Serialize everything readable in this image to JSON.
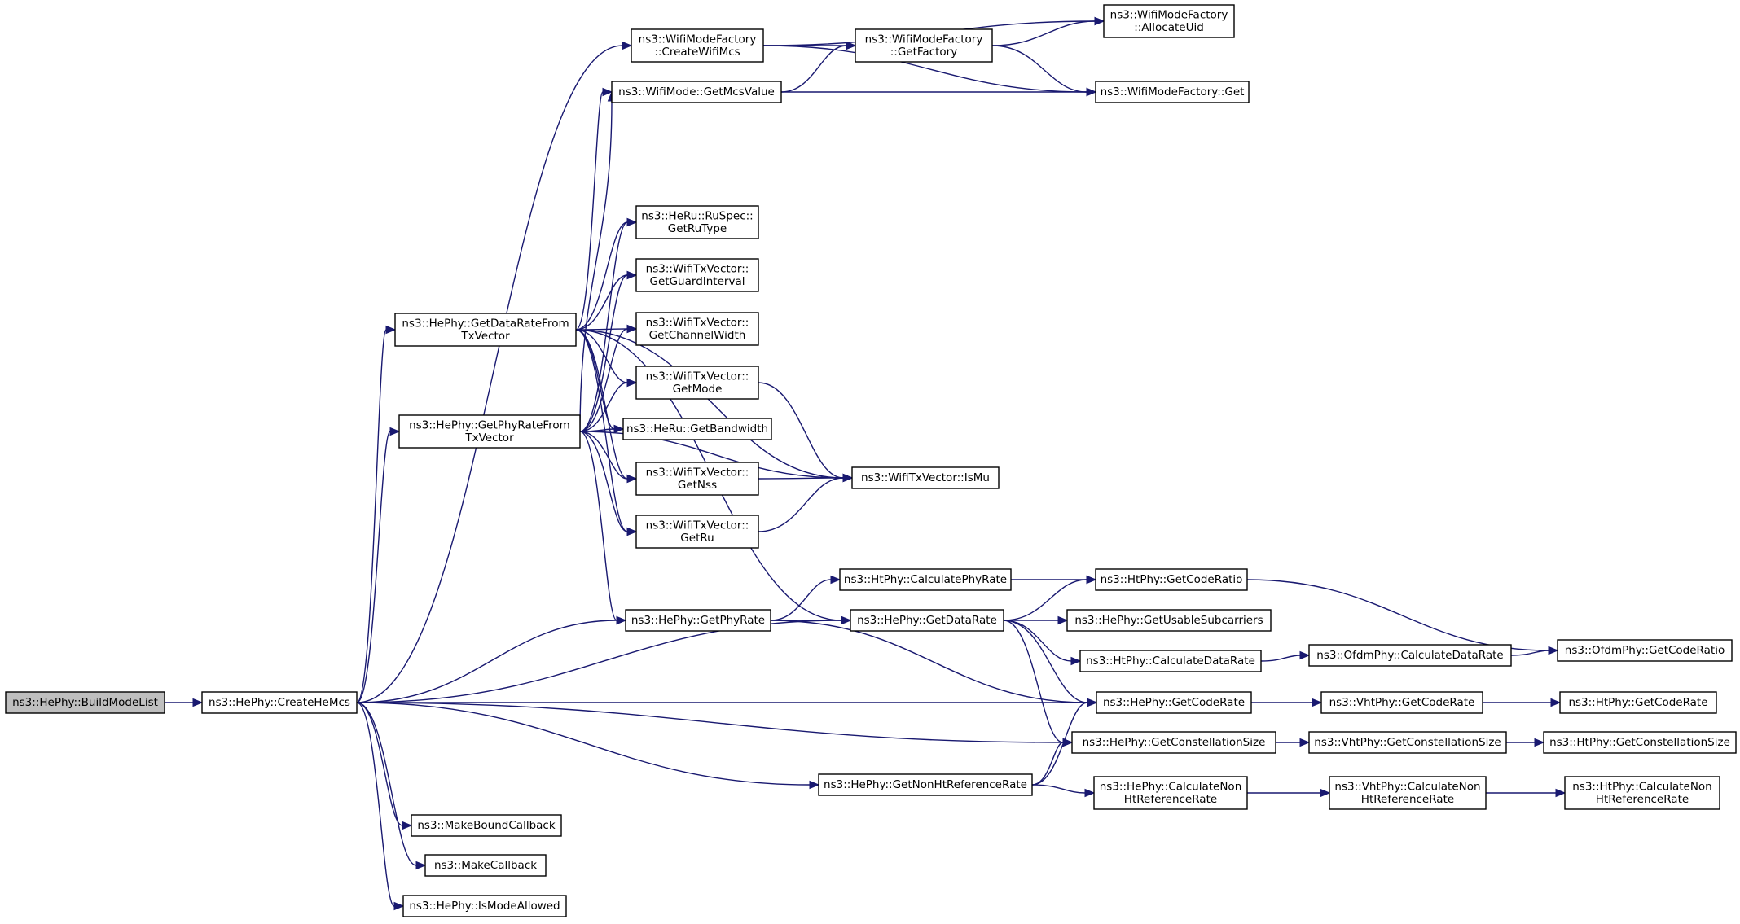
{
  "colors": {
    "edge": "#191970",
    "node_border": "#000000",
    "root_fill": "#bfbfbf",
    "node_fill": "#ffffff"
  },
  "nodes": {
    "build_mode_list": [
      "ns3::HePhy::BuildModeList"
    ],
    "create_he_mcs": [
      "ns3::HePhy::CreateHeMcs"
    ],
    "create_wifi_mcs": [
      "ns3::WifiModeFactory",
      "::CreateWifiMcs"
    ],
    "get_factory": [
      "ns3::WifiModeFactory",
      "::GetFactory"
    ],
    "allocate_uid": [
      "ns3::WifiModeFactory",
      "::AllocateUid"
    ],
    "factory_get": [
      "ns3::WifiModeFactory::Get"
    ],
    "get_mcs_value": [
      "ns3::WifiMode::GetMcsValue"
    ],
    "get_ru_type": [
      "ns3::HeRu::RuSpec::",
      "GetRuType"
    ],
    "get_guard_interval": [
      "ns3::WifiTxVector::",
      "GetGuardInterval"
    ],
    "get_channel_width": [
      "ns3::WifiTxVector::",
      "GetChannelWidth"
    ],
    "get_mode": [
      "ns3::WifiTxVector::",
      "GetMode"
    ],
    "get_bandwidth": [
      "ns3::HeRu::GetBandwidth"
    ],
    "get_nss": [
      "ns3::WifiTxVector::",
      "GetNss"
    ],
    "get_ru": [
      "ns3::WifiTxVector::",
      "GetRu"
    ],
    "is_mu": [
      "ns3::WifiTxVector::IsMu"
    ],
    "get_data_rate_from_tx": [
      "ns3::HePhy::GetDataRateFrom",
      "TxVector"
    ],
    "get_phy_rate_from_tx": [
      "ns3::HePhy::GetPhyRateFrom",
      "TxVector"
    ],
    "ht_calculate_phy_rate": [
      "ns3::HtPhy::CalculatePhyRate"
    ],
    "ht_get_code_ratio": [
      "ns3::HtPhy::GetCodeRatio"
    ],
    "he_get_phy_rate": [
      "ns3::HePhy::GetPhyRate"
    ],
    "he_get_data_rate": [
      "ns3::HePhy::GetDataRate"
    ],
    "he_get_usable_subcarriers": [
      "ns3::HePhy::GetUsableSubcarriers"
    ],
    "ht_calculate_data_rate": [
      "ns3::HtPhy::CalculateDataRate"
    ],
    "ofdm_calculate_data_rate": [
      "ns3::OfdmPhy::CalculateDataRate"
    ],
    "ofdm_get_code_ratio": [
      "ns3::OfdmPhy::GetCodeRatio"
    ],
    "he_get_code_rate": [
      "ns3::HePhy::GetCodeRate"
    ],
    "vht_get_code_rate": [
      "ns3::VhtPhy::GetCodeRate"
    ],
    "ht_get_code_rate": [
      "ns3::HtPhy::GetCodeRate"
    ],
    "he_get_constellation_size": [
      "ns3::HePhy::GetConstellationSize"
    ],
    "vht_get_constellation_size": [
      "ns3::VhtPhy::GetConstellationSize"
    ],
    "ht_get_constellation_size": [
      "ns3::HtPhy::GetConstellationSize"
    ],
    "he_get_non_ht_reference_rate": [
      "ns3::HePhy::GetNonHtReferenceRate"
    ],
    "he_calculate_non_ht_reference_rate": [
      "ns3::HePhy::CalculateNon",
      "HtReferenceRate"
    ],
    "vht_calculate_non_ht_reference_rate": [
      "ns3::VhtPhy::CalculateNon",
      "HtReferenceRate"
    ],
    "ht_calculate_non_ht_reference_rate": [
      "ns3::HtPhy::CalculateNon",
      "HtReferenceRate"
    ],
    "make_bound_callback": [
      "ns3::MakeBoundCallback"
    ],
    "make_callback": [
      "ns3::MakeCallback"
    ],
    "is_mode_allowed": [
      "ns3::HePhy::IsModeAllowed"
    ]
  },
  "edges": [
    [
      "build_mode_list",
      "create_he_mcs"
    ],
    [
      "create_he_mcs",
      "create_wifi_mcs"
    ],
    [
      "create_he_mcs",
      "get_data_rate_from_tx"
    ],
    [
      "create_he_mcs",
      "get_phy_rate_from_tx"
    ],
    [
      "create_he_mcs",
      "he_get_phy_rate"
    ],
    [
      "create_he_mcs",
      "he_get_data_rate"
    ],
    [
      "create_he_mcs",
      "he_get_code_rate"
    ],
    [
      "create_he_mcs",
      "he_get_constellation_size"
    ],
    [
      "create_he_mcs",
      "he_get_non_ht_reference_rate"
    ],
    [
      "create_he_mcs",
      "make_bound_callback"
    ],
    [
      "create_he_mcs",
      "make_callback"
    ],
    [
      "create_he_mcs",
      "is_mode_allowed"
    ],
    [
      "create_wifi_mcs",
      "get_factory"
    ],
    [
      "create_wifi_mcs",
      "allocate_uid"
    ],
    [
      "create_wifi_mcs",
      "factory_get"
    ],
    [
      "get_factory",
      "allocate_uid"
    ],
    [
      "get_factory",
      "factory_get"
    ],
    [
      "get_mcs_value",
      "get_factory"
    ],
    [
      "get_mcs_value",
      "factory_get"
    ],
    [
      "get_data_rate_from_tx",
      "get_mcs_value"
    ],
    [
      "get_data_rate_from_tx",
      "get_ru_type"
    ],
    [
      "get_data_rate_from_tx",
      "get_guard_interval"
    ],
    [
      "get_data_rate_from_tx",
      "get_channel_width"
    ],
    [
      "get_data_rate_from_tx",
      "get_mode"
    ],
    [
      "get_data_rate_from_tx",
      "get_bandwidth"
    ],
    [
      "get_data_rate_from_tx",
      "get_nss"
    ],
    [
      "get_data_rate_from_tx",
      "get_ru"
    ],
    [
      "get_data_rate_from_tx",
      "is_mu"
    ],
    [
      "get_data_rate_from_tx",
      "he_get_data_rate"
    ],
    [
      "get_phy_rate_from_tx",
      "get_mcs_value"
    ],
    [
      "get_phy_rate_from_tx",
      "get_ru_type"
    ],
    [
      "get_phy_rate_from_tx",
      "get_guard_interval"
    ],
    [
      "get_phy_rate_from_tx",
      "get_channel_width"
    ],
    [
      "get_phy_rate_from_tx",
      "get_mode"
    ],
    [
      "get_phy_rate_from_tx",
      "get_bandwidth"
    ],
    [
      "get_phy_rate_from_tx",
      "get_nss"
    ],
    [
      "get_phy_rate_from_tx",
      "get_ru"
    ],
    [
      "get_phy_rate_from_tx",
      "is_mu"
    ],
    [
      "get_phy_rate_from_tx",
      "he_get_phy_rate"
    ],
    [
      "get_mode",
      "is_mu"
    ],
    [
      "get_nss",
      "is_mu"
    ],
    [
      "get_ru",
      "is_mu"
    ],
    [
      "he_get_phy_rate",
      "ht_calculate_phy_rate"
    ],
    [
      "he_get_phy_rate",
      "he_get_data_rate"
    ],
    [
      "he_get_phy_rate",
      "he_get_code_rate"
    ],
    [
      "ht_calculate_phy_rate",
      "ht_get_code_ratio"
    ],
    [
      "ht_get_code_ratio",
      "ofdm_get_code_ratio"
    ],
    [
      "he_get_data_rate",
      "ht_get_code_ratio"
    ],
    [
      "he_get_data_rate",
      "he_get_usable_subcarriers"
    ],
    [
      "he_get_data_rate",
      "ht_calculate_data_rate"
    ],
    [
      "he_get_data_rate",
      "he_get_code_rate"
    ],
    [
      "he_get_data_rate",
      "he_get_constellation_size"
    ],
    [
      "ht_calculate_data_rate",
      "ofdm_calculate_data_rate"
    ],
    [
      "ofdm_calculate_data_rate",
      "ofdm_get_code_ratio"
    ],
    [
      "he_get_code_rate",
      "vht_get_code_rate"
    ],
    [
      "vht_get_code_rate",
      "ht_get_code_rate"
    ],
    [
      "he_get_constellation_size",
      "vht_get_constellation_size"
    ],
    [
      "vht_get_constellation_size",
      "ht_get_constellation_size"
    ],
    [
      "he_get_non_ht_reference_rate",
      "he_get_code_rate"
    ],
    [
      "he_get_non_ht_reference_rate",
      "he_get_constellation_size"
    ],
    [
      "he_get_non_ht_reference_rate",
      "he_calculate_non_ht_reference_rate"
    ],
    [
      "he_calculate_non_ht_reference_rate",
      "vht_calculate_non_ht_reference_rate"
    ],
    [
      "vht_calculate_non_ht_reference_rate",
      "ht_calculate_non_ht_reference_rate"
    ]
  ]
}
